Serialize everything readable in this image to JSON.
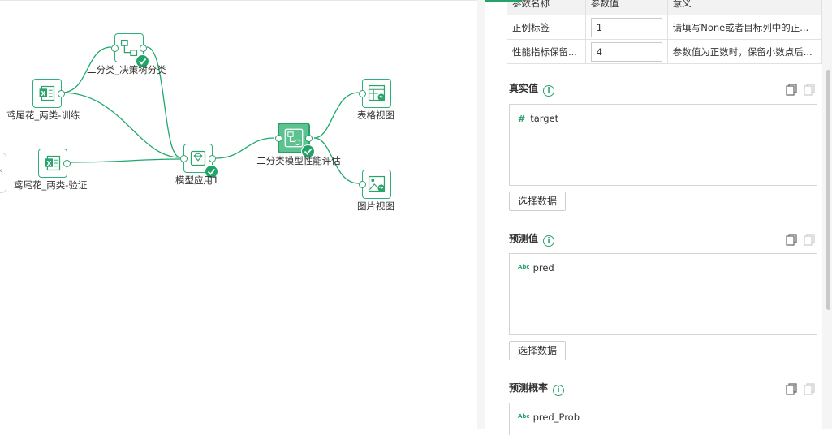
{
  "canvas": {
    "nodes": {
      "train": {
        "label": "鸢尾花_两类-训练"
      },
      "valid": {
        "label": "鸢尾花_两类-验证"
      },
      "dtree": {
        "label": "二分类_决策树分类"
      },
      "apply": {
        "label": "模型应用1"
      },
      "eval": {
        "label": "二分类模型性能评估"
      },
      "table": {
        "label": "表格视图"
      },
      "image": {
        "label": "图片视图"
      }
    },
    "colors": {
      "accent": "#27a06a",
      "edge": "#1fa86b"
    }
  },
  "panel": {
    "table": {
      "headers": [
        "参数名称",
        "参数值",
        "意义"
      ],
      "rows": [
        {
          "name": "正例标签",
          "value": "1",
          "meaning": "请填写None或者目标列中的正..."
        },
        {
          "name": "性能指标保留...",
          "value": "4",
          "meaning": "参数值为正数时，保留小数点后..."
        }
      ]
    },
    "true_value": {
      "title": "真实值",
      "info": "i",
      "field": "target",
      "field_type_icon": "#",
      "button": "选择数据"
    },
    "pred_value": {
      "title": "预测值",
      "info": "i",
      "field": "pred",
      "field_type_icon": "Abc",
      "button": "选择数据"
    },
    "pred_prob": {
      "title": "预测概率",
      "info": "i",
      "field": "pred_Prob",
      "field_type_icon": "Abc"
    }
  }
}
